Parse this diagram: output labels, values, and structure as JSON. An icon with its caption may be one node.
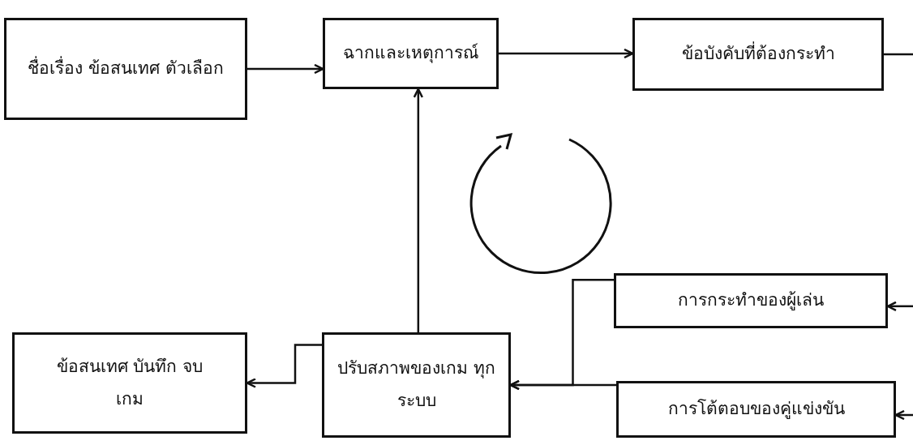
{
  "diagram": {
    "nodes": [
      {
        "text": [
          "ชื่อเรื่อง ข้อสนเทศ ตัวเลือก"
        ]
      },
      {
        "text": [
          "ฉากและเหตุการณ์"
        ]
      },
      {
        "text": [
          "ข้อบังคับที่ต้องกระทำ"
        ]
      },
      {
        "text": [
          "การกระทำของผู้เล่น"
        ]
      },
      {
        "text": [
          "ข้อสนเทศ บันทึก จบเกม"
        ]
      },
      {
        "text": [
          "ปรับสภาพของเกม ทุกระบบ"
        ]
      },
      {
        "text": [
          "การโต้ตอบของคู่แข่งขัน"
        ]
      }
    ],
    "edges": [
      {
        "from": 0,
        "to": 1,
        "arrow": "to"
      },
      {
        "from": 1,
        "to": 2,
        "arrow": "to"
      },
      {
        "from": 2,
        "to": null,
        "arrow": "none"
      },
      {
        "from": null,
        "to": 3,
        "arrow": "to"
      },
      {
        "from": null,
        "to": 6,
        "arrow": "to"
      },
      {
        "from": 3,
        "to": 5,
        "arrow": "to"
      },
      {
        "from": 6,
        "to": 5,
        "arrow": "to"
      },
      {
        "from": 5,
        "to": 4,
        "arrow": "to"
      },
      {
        "from": 5,
        "to": 1,
        "arrow": "to"
      }
    ]
  }
}
